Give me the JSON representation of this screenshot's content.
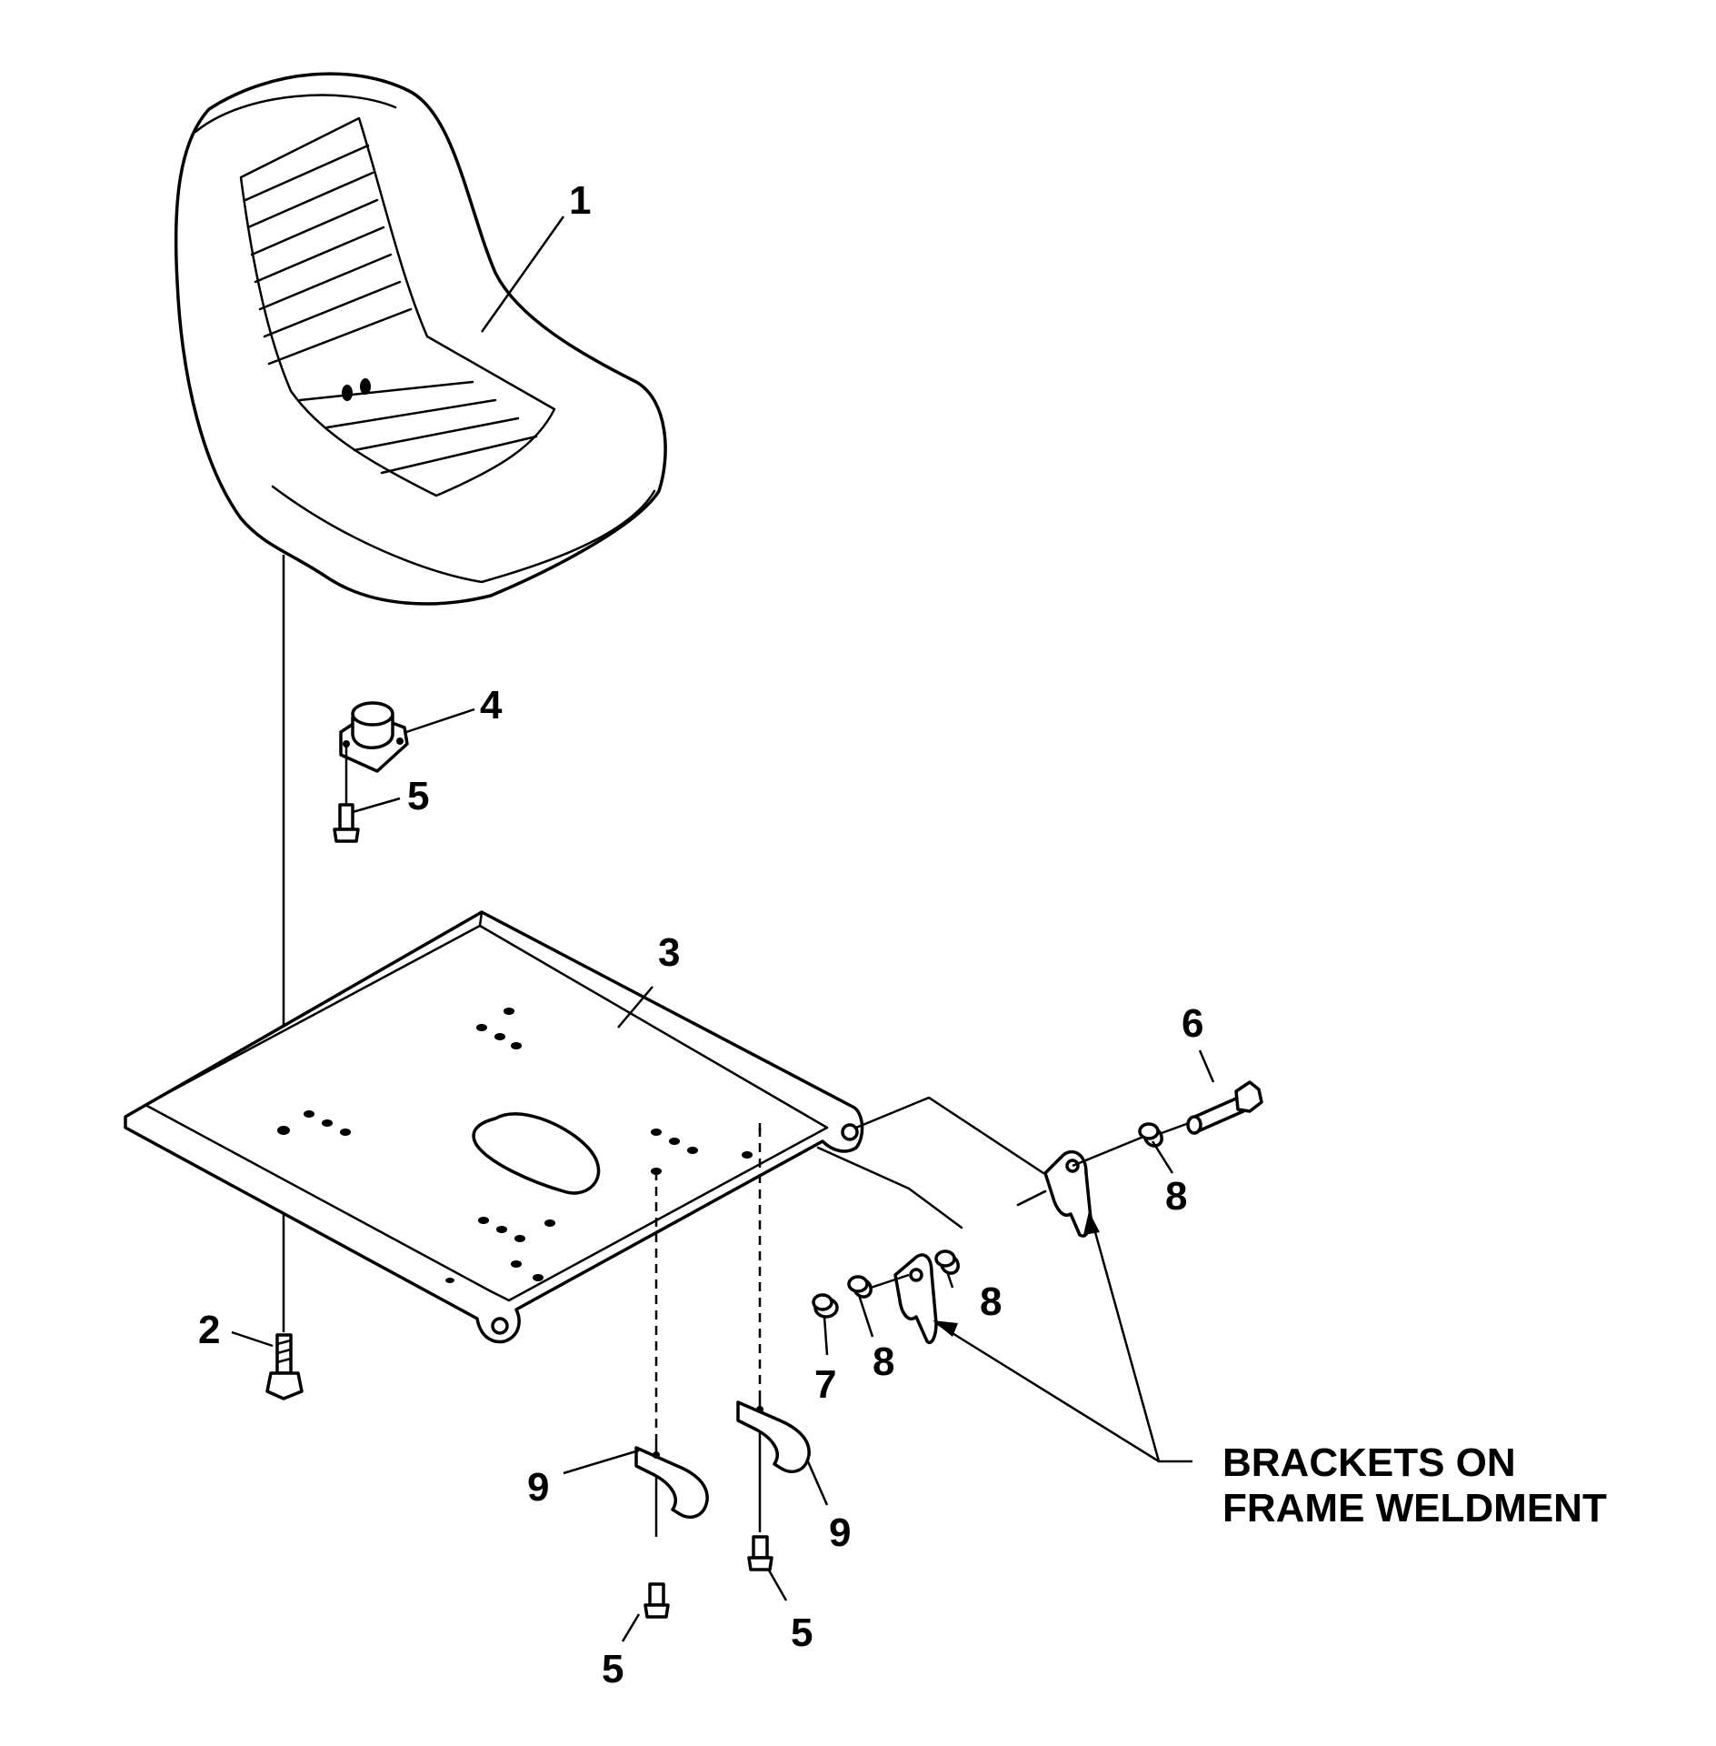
{
  "callouts": {
    "seat": "1",
    "seat_bolt": "2",
    "seat_plate": "3",
    "seat_switch": "4",
    "switch_screw": "5",
    "pivot_bolt": "6",
    "nut": "7",
    "bushing": "8",
    "clamp": "9"
  },
  "note": {
    "line1": "BRACKETS ON",
    "line2": "FRAME WELDMENT"
  }
}
